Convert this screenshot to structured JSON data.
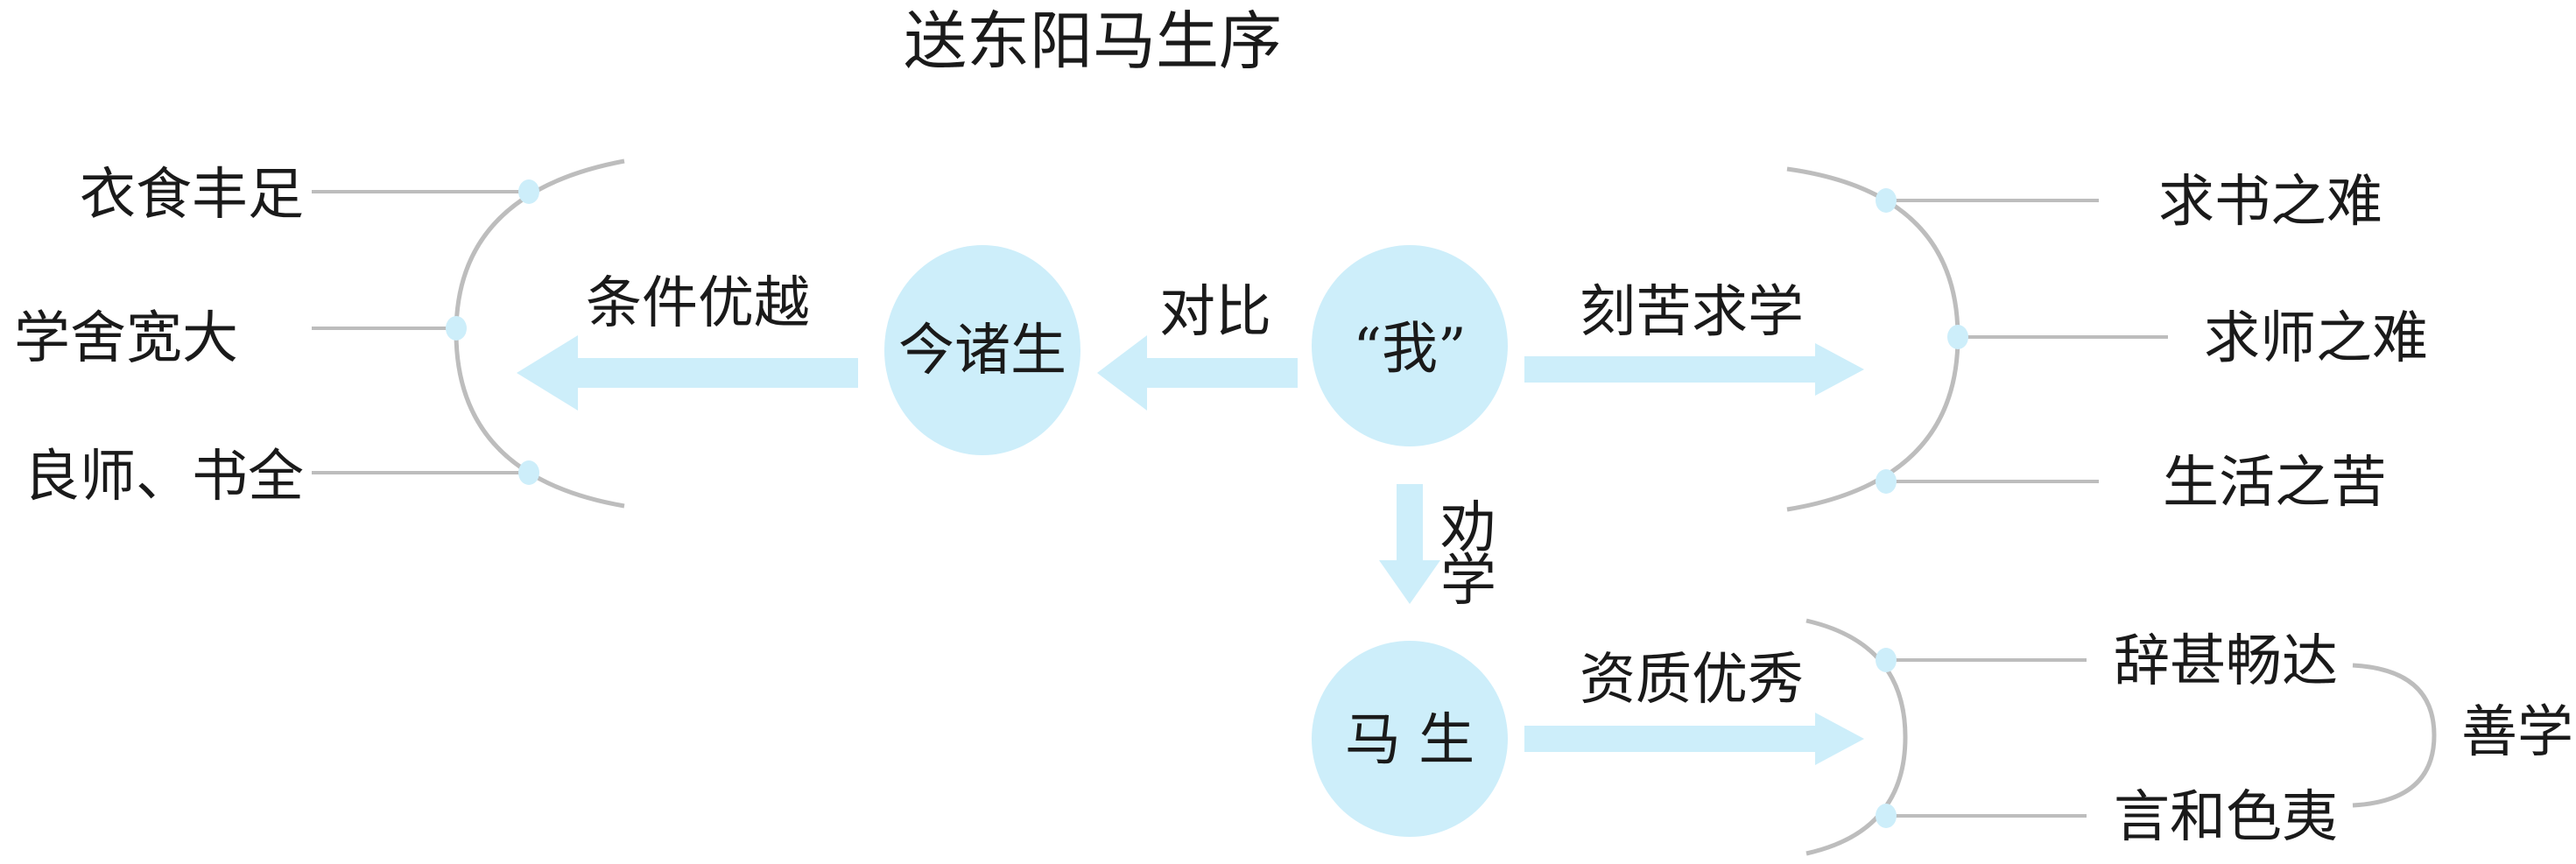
{
  "title": "送东阳马生序",
  "colors": {
    "accent": "#cdeefa",
    "line": "#bdbdbd",
    "text": "#1a1a1a"
  },
  "nodes": {
    "me": "“我”",
    "current_students": "今诸生",
    "ma_sheng": "马 生"
  },
  "arrows": {
    "contrast": "对比",
    "good_conditions": "条件优越",
    "diligent_study": "刻苦求学",
    "encourage_study_1": "劝",
    "encourage_study_2": "学",
    "talent": "资质优秀"
  },
  "left_items": [
    "衣食丰足",
    "学舍宽大",
    "良师、书全"
  ],
  "right_items": [
    "求书之难",
    "求师之难",
    "生活之苦"
  ],
  "bottom_items": [
    "辞甚畅达",
    "言和色夷"
  ],
  "bottom_summary": "善学"
}
